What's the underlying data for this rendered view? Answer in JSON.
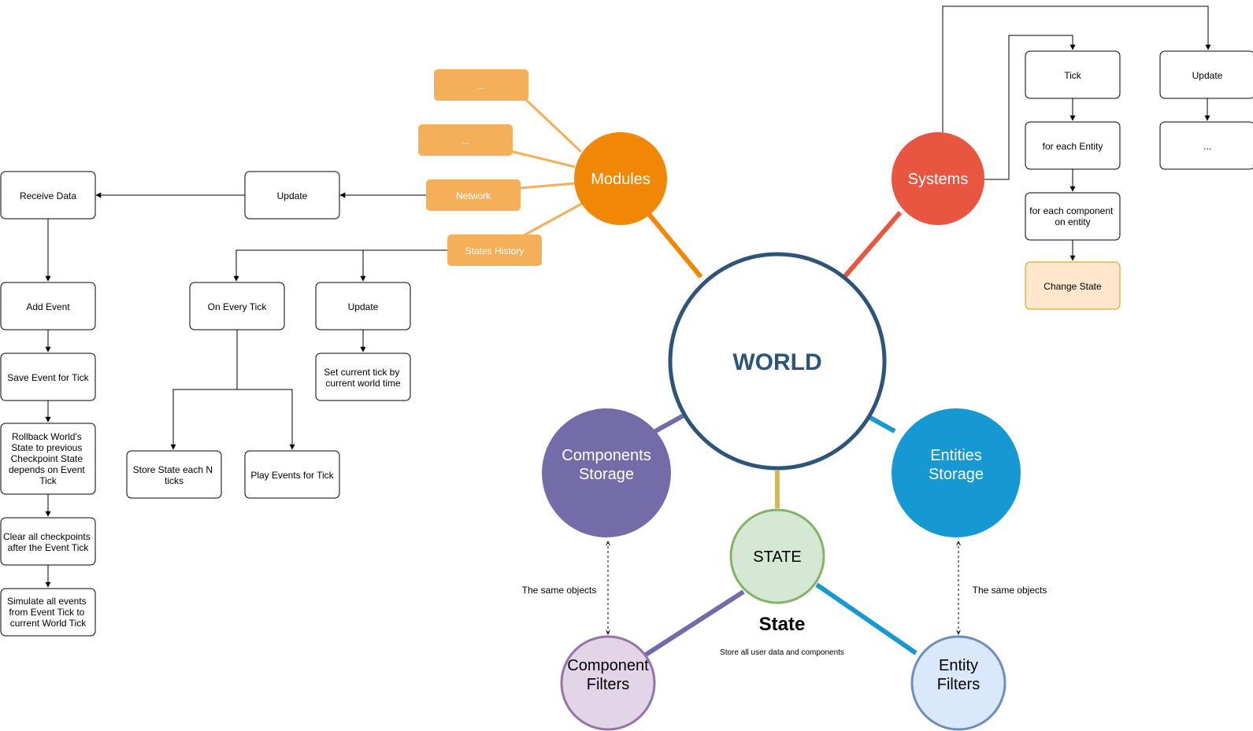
{
  "world": {
    "label": "WORLD"
  },
  "modules": {
    "label": "Modules",
    "items": [
      "...",
      "...",
      "Network",
      "States History"
    ]
  },
  "systems": {
    "label": "Systems",
    "tick_chain": [
      "Tick",
      "for each Entity",
      "for each component on entity",
      "Change State"
    ],
    "update_chain": [
      "Update",
      "..."
    ]
  },
  "network": {
    "update": "Update",
    "receive_data": "Receive Data",
    "chain": [
      "Add Event",
      "Save Event for Tick",
      "Rollback World's State to previous Checkpoint State depends on Event Tick",
      "Clear all checkpoints after the Event Tick",
      "Simulate all events from Event Tick to current World Tick"
    ]
  },
  "states_history": {
    "on_every_tick": "On Every Tick",
    "store_state": "Store State each N ticks",
    "play_events": "Play Events for Tick",
    "update": "Update",
    "set_tick": "Set current tick by current world time"
  },
  "components_storage": {
    "label": "Components Storage"
  },
  "entities_storage": {
    "label": "Entities Storage"
  },
  "state": {
    "circle_label": "STATE",
    "title": "State",
    "description": "Store all user data and components"
  },
  "component_filters": {
    "label": "Component Filters"
  },
  "entity_filters": {
    "label": "Entity Filters"
  },
  "same_objects_left": "The same objects",
  "same_objects_right": "The same objects",
  "colors": {
    "world_stroke": "#2d5479",
    "modules": "#f08705",
    "modules_light": "#f5af58",
    "systems": "#e85642",
    "components": "#736ca8",
    "entities": "#1699d3",
    "state_fill": "#d5e8d4",
    "state_stroke": "#82b366",
    "state_link": "#d6b656",
    "component_filters_fill": "#e1d5e7",
    "component_filters_stroke": "#9673a6",
    "entity_filters_fill": "#dae8fc",
    "entity_filters_stroke": "#6c8ebf",
    "change_state_fill": "#ffe6cc",
    "change_state_stroke": "#d79b00"
  }
}
